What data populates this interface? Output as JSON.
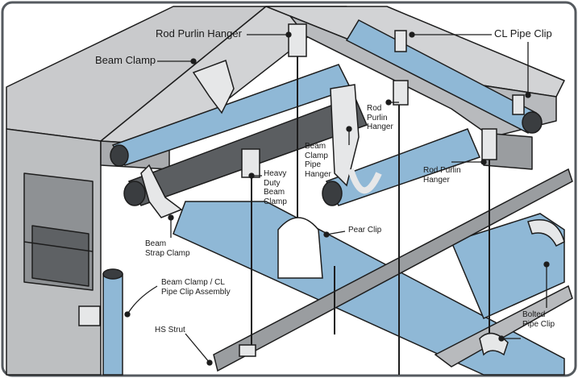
{
  "labels": {
    "rod_purlin_hanger_top": "Rod Purlin Hanger",
    "cl_pipe_clip": "CL Pipe Clip",
    "beam_clamp": "Beam Clamp",
    "rod_purlin_hanger_mid": [
      "Rod",
      "Purlin",
      "Hanger"
    ],
    "beam_clamp_pipe_hanger": [
      "Beam",
      "Clamp",
      "Pipe",
      "Hanger"
    ],
    "heavy_duty_beam_clamp": [
      "Heavy",
      "Duty",
      "Beam",
      "Clamp"
    ],
    "rod_purlin_hanger_right": [
      "Rod Purlin",
      "Hanger"
    ],
    "beam_strap_clamp": [
      "Beam",
      "Strap Clamp"
    ],
    "pear_clip": "Pear Clip",
    "beam_clamp_cl_assembly": [
      "Beam Clamp / CL",
      "Pipe Clip Assembly"
    ],
    "hs_strut": "HS Strut",
    "bolted_pipe_clip": [
      "Bolted",
      "Pipe Clip"
    ]
  },
  "colors": {
    "pipe_blue": "#8fb8d6",
    "pipe_dark": "#3a3d40",
    "steel_light": "#d2d3d5",
    "steel_mid": "#a9abae",
    "steel_dark": "#6d7073",
    "outline": "#1d1d1d",
    "frame": "#555a5f"
  }
}
